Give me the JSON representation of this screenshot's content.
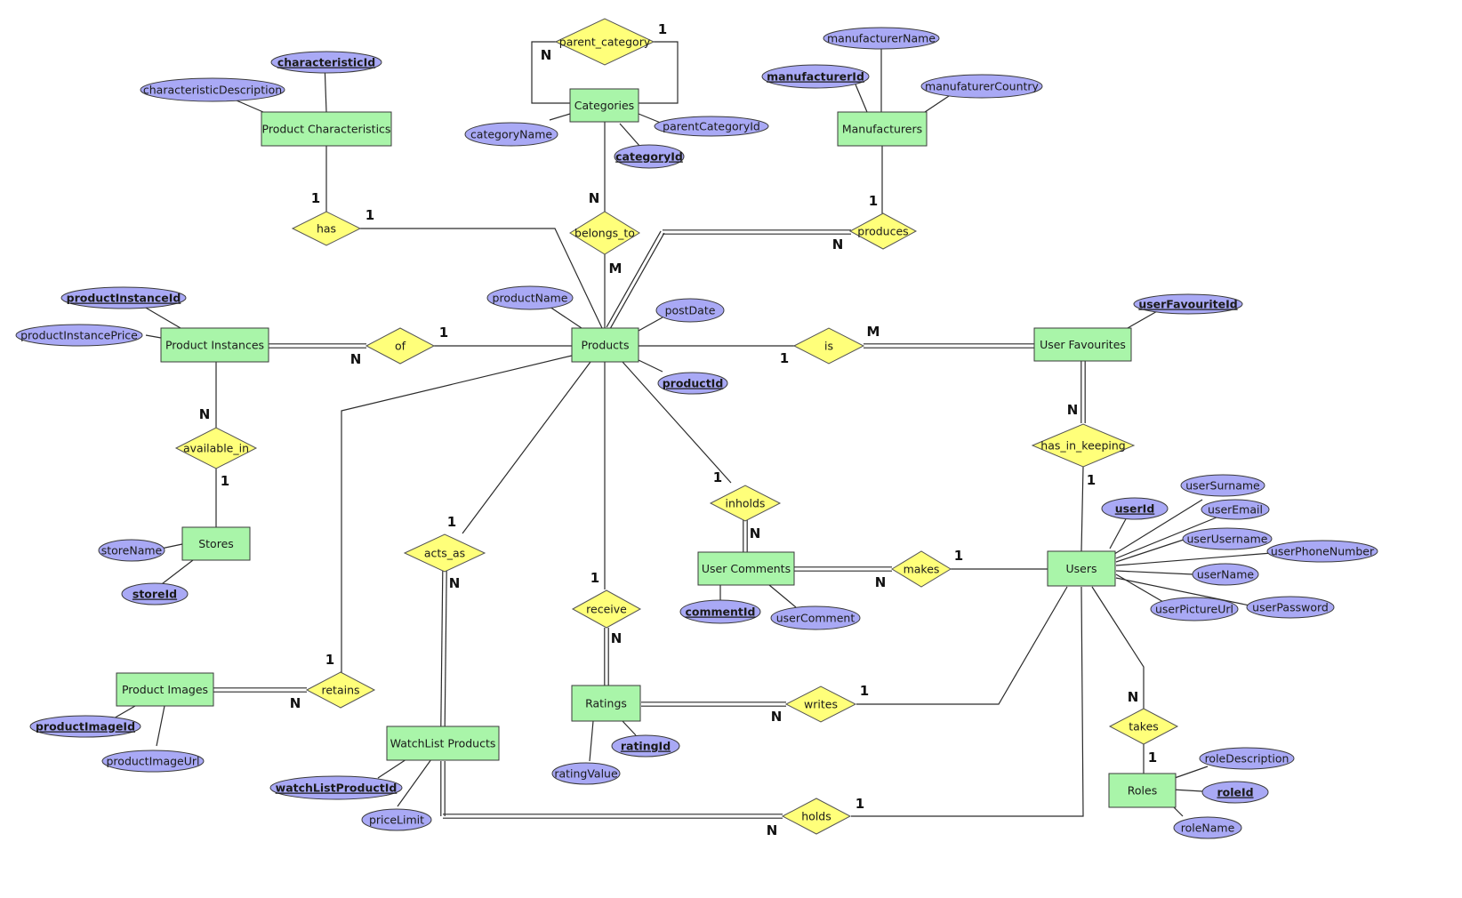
{
  "colors": {
    "entity": "#a9f5a9",
    "relationship": "#ffff7a",
    "attribute": "#a9a9f5"
  },
  "entities": {
    "product_characteristics": "Product Characteristics",
    "categories": "Categories",
    "manufacturers": "Manufacturers",
    "product_instances": "Product Instances",
    "products": "Products",
    "user_favourites": "User Favourites",
    "stores": "Stores",
    "user_comments": "User Comments",
    "users": "Users",
    "product_images": "Product Images",
    "watchlist_products": "WatchList Products",
    "ratings": "Ratings",
    "roles": "Roles"
  },
  "relationships": {
    "parent_category": "parent_category",
    "has": "has",
    "belongs_to": "belongs_to",
    "produces": "produces",
    "of": "of",
    "is": "is",
    "available_in": "available_in",
    "has_in_keeping": "has_in_keeping",
    "inholds": "inholds",
    "acts_as": "acts_as",
    "makes": "makes",
    "receive": "receive",
    "retains": "retains",
    "writes": "writes",
    "takes": "takes",
    "holds": "holds"
  },
  "attributes": {
    "characteristicId": "characteristicId",
    "characteristicDescription": "characteristicDescription",
    "categoryName": "categoryName",
    "parentCategoryId": "parentCategoryId",
    "categoryId": "categoryId",
    "manufacturerName": "manufacturerName",
    "manufacturerId": "manufacturerId",
    "manufaturerCountry": "manufaturerCountry",
    "productInstanceId": "productInstanceId",
    "productInstancePrice": "productInstancePrice",
    "productName": "productName",
    "postDate": "postDate",
    "productId": "productId",
    "userFavouriteId": "userFavouriteId",
    "storeName": "storeName",
    "storeId": "storeId",
    "commentId": "commentId",
    "userComment": "userComment",
    "userSurname": "userSurname",
    "userId": "userId",
    "userEmail": "userEmail",
    "userUsername": "userUsername",
    "userPhoneNumber": "userPhoneNumber",
    "userName": "userName",
    "userPictureUrl": "userPictureUrl",
    "userPassword": "userPassword",
    "productImageId": "productImageId",
    "productImageUrl": "productImageUrl",
    "watchListProductId": "watchListProductId",
    "priceLimit": "priceLimit",
    "ratingValue": "ratingValue",
    "ratingId": "ratingId",
    "roleDescription": "roleDescription",
    "roleId": "roleId",
    "roleName": "roleName"
  },
  "cardinalities": {
    "parent_category_n": "N",
    "parent_category_1": "1",
    "has_pc_1": "1",
    "has_products_1": "1",
    "belongs_to_n": "N",
    "belongs_to_m": "M",
    "produces_1": "1",
    "produces_n": "N",
    "of_n": "N",
    "of_1": "1",
    "is_1": "1",
    "is_m": "M",
    "available_in_n": "N",
    "available_in_1": "1",
    "has_in_keeping_n": "N",
    "has_in_keeping_1": "1",
    "inholds_1": "1",
    "inholds_n": "N",
    "acts_as_1": "1",
    "acts_as_n": "N",
    "makes_n": "N",
    "makes_1": "1",
    "receive_1": "1",
    "receive_n": "N",
    "retains_1": "1",
    "retains_n": "N",
    "writes_n": "N",
    "writes_1": "1",
    "takes_n": "N",
    "takes_1": "1",
    "holds_1": "1",
    "holds_n": "N"
  }
}
